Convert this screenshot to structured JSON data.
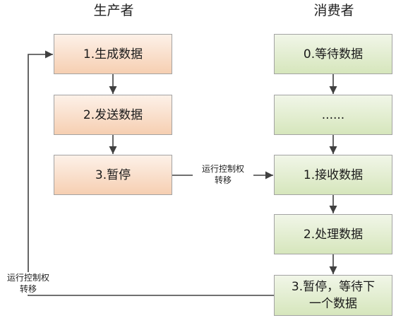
{
  "producer": {
    "title": "生产者",
    "steps": [
      "1.生成数据",
      "2.发送数据",
      "3.暂停"
    ]
  },
  "consumer": {
    "title": "消费者",
    "steps": [
      "0.等待数据",
      "......",
      "1.接收数据",
      "2.处理数据",
      "3.暂停，等待下\n一个数据"
    ]
  },
  "edges": {
    "producer_to_consumer": "运行控制权\n转移",
    "consumer_to_producer": "运行控制权\n转移"
  },
  "colors": {
    "producer_fill_top": "#fdf1e8",
    "producer_fill_bottom": "#f6cfb2",
    "consumer_fill_top": "#f1f6e8",
    "consumer_fill_bottom": "#d6e6bc",
    "connector": "#404040"
  }
}
